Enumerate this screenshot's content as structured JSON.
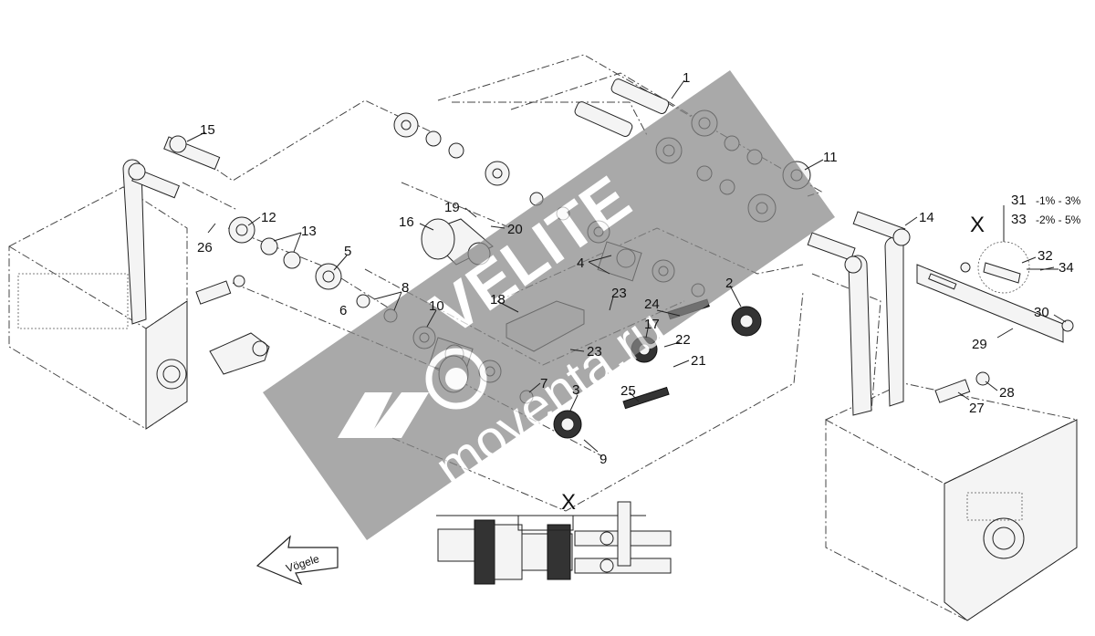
{
  "parts": [
    {
      "id": "p1",
      "label": "1"
    },
    {
      "id": "p2",
      "label": "2"
    },
    {
      "id": "p3",
      "label": "3"
    },
    {
      "id": "p4",
      "label": "4"
    },
    {
      "id": "p5",
      "label": "5"
    },
    {
      "id": "p6",
      "label": "6"
    },
    {
      "id": "p7",
      "label": "7"
    },
    {
      "id": "p8",
      "label": "8"
    },
    {
      "id": "p9",
      "label": "9"
    },
    {
      "id": "p10",
      "label": "10"
    },
    {
      "id": "p11",
      "label": "11"
    },
    {
      "id": "p12",
      "label": "12"
    },
    {
      "id": "p13",
      "label": "13"
    },
    {
      "id": "p14",
      "label": "14"
    },
    {
      "id": "p15",
      "label": "15"
    },
    {
      "id": "p16",
      "label": "16"
    },
    {
      "id": "p17",
      "label": "17"
    },
    {
      "id": "p18",
      "label": "18"
    },
    {
      "id": "p19",
      "label": "19"
    },
    {
      "id": "p20",
      "label": "20"
    },
    {
      "id": "p21",
      "label": "21"
    },
    {
      "id": "p22",
      "label": "22"
    },
    {
      "id": "p23a",
      "label": "23"
    },
    {
      "id": "p23b",
      "label": "23"
    },
    {
      "id": "p24",
      "label": "24"
    },
    {
      "id": "p25",
      "label": "25"
    },
    {
      "id": "p26",
      "label": "26"
    },
    {
      "id": "p27",
      "label": "27"
    },
    {
      "id": "p28",
      "label": "28"
    },
    {
      "id": "p29",
      "label": "29"
    },
    {
      "id": "p30",
      "label": "30"
    },
    {
      "id": "p31",
      "label": "31"
    },
    {
      "id": "p32",
      "label": "32"
    },
    {
      "id": "p33",
      "label": "33"
    },
    {
      "id": "p34",
      "label": "34"
    }
  ],
  "notes": {
    "p31": "-1% - 3%",
    "p33": "-2% - 5%"
  },
  "detail_marks": {
    "top_right": "X",
    "bottom": "X"
  },
  "arrow": {
    "label": "Vögele"
  },
  "watermark": {
    "brand": "VELITE",
    "site": "moventa.ru"
  }
}
